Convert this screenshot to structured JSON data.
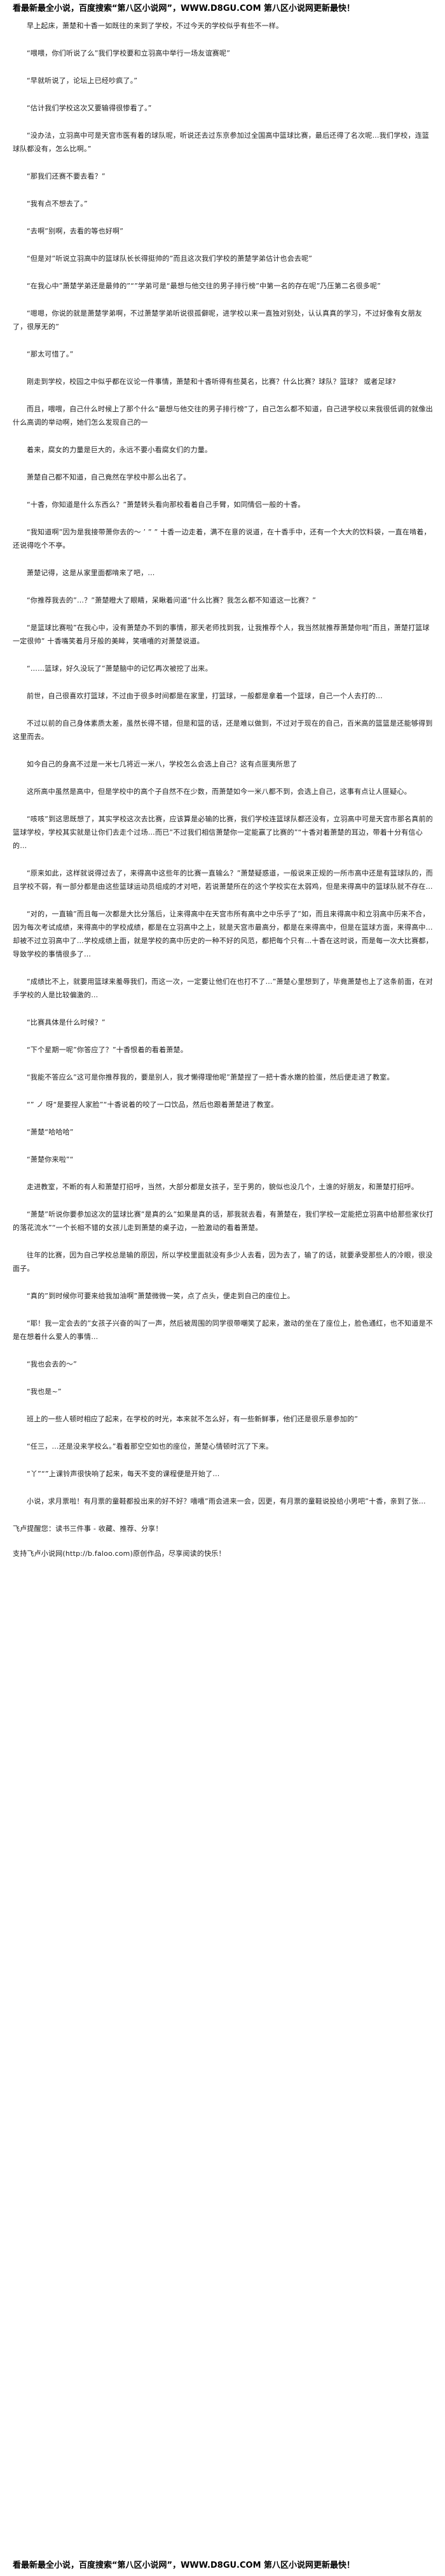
{
  "banner": {
    "text": "看最新最全小说，百度搜索“第八区小说网”，WWW.D8GU.COM 第八区小说网更新最快！"
  },
  "paragraphs": [
    "早上起床，萧楚和十香一如既往的来到了学校，不过今天的学校似乎有些不一样。",
    "“喂喂，你们听说了么”我们学校要和立羽高中举行一场友谊赛呢”",
    "“早就听说了，论坛上已经吵疯了。”",
    "“估计我们学校这次又要输得很惨看了。”",
    "“没办法，立羽高中可是天宫市医有着的球队呢，听说还去过东京参加过全国高中篮球比赛，最后还得了名次呢…我们学校，连篮球队都没有，怎么比啊。”",
    "“那我们还赛不要去看？”",
    "“我有点不想去了。”",
    "“去啊”别啊，去看的等也好啊”",
    "“但是对”听说立羽高中的篮球队长长得挺帅的”而且这次我们学校的萧楚学弟估计也会去呢”",
    "“在我心中”萧楚学弟还是最帅的”“”学弟可是“最想与他交往的男子排行榜”中第一名的存在呢”乃压第二名很多呢”",
    "“嗯嗯，你说的就是萧楚学弟啊，不过萧楚学弟听说很孤僻呢，进学校以来一直独对别处，认认真真的学习，不过好像有女朋友了，很厚无的”",
    "“那太可惜了。”",
    "刚走到学校，校园之中似乎都在议论一件事情，萧楚和十香听得有些莫名，比赛？什么比赛？球队？篮球？ 或者足球?",
    "而且，喂喂，自己什么时候上了那个什么“最想与他交往的男子排行榜”了，自己怎么都不知道，自己进学校以来我很低调的就像出什么高调的举动啊，她们怎么发现自己的一",
    "着来，腐女的力量是巨大的，永远不要小看腐女们的力量。",
    "萧楚自己都不知道，自己竟然在学校中那么出名了。",
    "“十香，你知道是什么东西么？”萧楚转头看向那校看着自己手臂，如同情侣一般的十香。",
    "“我知道啊”因为是我接带萧你去的～ ’ ” ” 十香一边走着，满不在意的说道，在十香手中，还有一个大大的饮料袋，一直在啃着，还说得吃个不亭。",
    "萧楚记得，这是从家里面都啃来了吧，…",
    "“你推荐我去的”…？”萧楚瞪大了眼睛，呆瞅着问道“什么比赛？我怎么都不知道这一比赛？”",
    "“是篮球比赛啦”在我心中，没有萧楚办不到的事情，那天老师找到我，让我推荐个人，我当然就推荐萧楚你啦”而且，萧楚打篮球一定很帅” 十香嘴笑着月牙般的美眸，笑嘻嘻的对萧楚说道。",
    "“……篮球，好久没玩了”萧楚脑中的记忆再次被挖了出来。",
    "前世，自己很喜欢打篮球，不过由于很多时间都是在家里，打篮球，一般都是拿着一个篮球，自己一个人去打的…",
    "不过以前的自己身体素质太差，虽然长得不错，但是和篮的话，还是难以做到，不过对于现在的自己，百米高的篮篮是还能够得到这里而去。",
    "如今自己的身高不过是一米七几将近一米八，学校怎么会选上自己？这有点匪夷所思了",
    "这所高中虽然是高中，但是学校中的高个子自然不在少数，而萧楚如今一米八都不到，会选上自己，这事有点让人匪疑心。",
    "“咳咳”到这思既想了，其实学校这次去比赛，应该算是必输的比赛，我们学校连篮球队都还没有，立羽高中可是天宫市那名真前的篮球学校，学校其实就是让你们去走个过场…而已”不过我们相信萧楚你一定能赢了比赛的”“十香对着萧楚的耳边，带着十分有信心的…",
    "“原来如此，这样就说得过去了，来得高中这些年的比赛一直输么？”萧楚疑惑道，一般说来正规的一所市高中还是有篮球队的，而且学校不弱，有一部分都是由这些篮球运动员组成的才对吧，若说萧楚所在的这个学校实在太弱鸡，但是来得高中的篮球队就不存在…",
    "“对的，一直输”而且每一次都是大比分落后，让来得高中在天宫市所有高中之中乐乎了”如，而且来得高中和立羽高中历来不合，因为每次考试成绩，来得高中的学校成绩，都是在立羽高中之上，就是天宫市最高分，都是在来得高中，但是在篮球方面，来得高中…却被不过立羽高中了…学校成绩上面，就是学校的高中历史的一种不好的风范，都把每个只有…十香在这时说，而是每一次大比赛都，导致学校的事情很多了…",
    "“成绩比不上，就要用篮球来羞辱我们，而这一次，一定要让他们在也打不了…”萧楚心里想到了，毕竟萧楚也上了这条前面，在对手学校的人是比较偏激的…",
    "“比赛具体是什么时候？”",
    "“下个星期一呢”你答应了？”十香恨着的看着萧楚。",
    "“我能不答应么”这可是你推荐我的，要是别人，我才懒得理他呢”萧楚捏了一把十香水嫩的脸蛋，然后便走进了教室。",
    "“” ノ 呀“是要捏人家脸”“十香说着的咬了一口饮品，然后也跟着萧楚进了教室。",
    "“萧楚“哈哈哈”",
    "“萧楚你来啦”“",
    "走进教室，不断的有人和萧楚打招呼，当然，大部分都是女孩子，至于男的，貌似也没几个，土谁的好朋友，和萧楚打招呼。",
    "“萧楚”听说你要参加这次的篮球比赛”是真的么”如果是真的话，那我就去看，有萧楚在，我们学校一定能把立羽高中给那些家伙打的落花流水”“一个长相不错的女孩儿走到萧楚的桌子边，一脸激动的看着萧楚。",
    "往年的比赛，因为自己学校总是输的原因，所以学校里面就没有多少人去看，因为去了，输了的话，就要承受那些人的冷眼，很没面子。",
    "“真的”到时候你可要来给我加油啊”萧楚微微一笑，点了点头，便走到自己的座位上。",
    "“耶！我一定会去的”女孩子兴奋的叫了一声，然后被周围的同学很带嘲笑了起来，激动的坐在了座位上，脸色通红，也不知道是不是在想着什么爱人的事情…",
    "“我也会去的～”",
    "“我也是~”",
    "班上的一些人顿时相应了起来，在学校的时光，本来就不怎么好，有一些新鲜事，他们还是很乐意参加的”",
    "“任三，…还是没来学校么。”看着那空空如也的座位，萧楚心情顿时沉了下来。",
    "“丫”“”上课铃声很快响了起来，每天不变的课程便是开始了…",
    "小说，求月票啦！有月票的童鞋都投出来的好不好？嘻嘻”雨会进来一会，因更，有月票的童鞋说投给小男吧”十香，亲到了张…",
    "飞卢提醒您：读书三件事 - 收藏、推荐、分享！",
    "支持飞卢小说网(http://b.faloo.com)原创作品，尽享阅读的快乐！"
  ]
}
